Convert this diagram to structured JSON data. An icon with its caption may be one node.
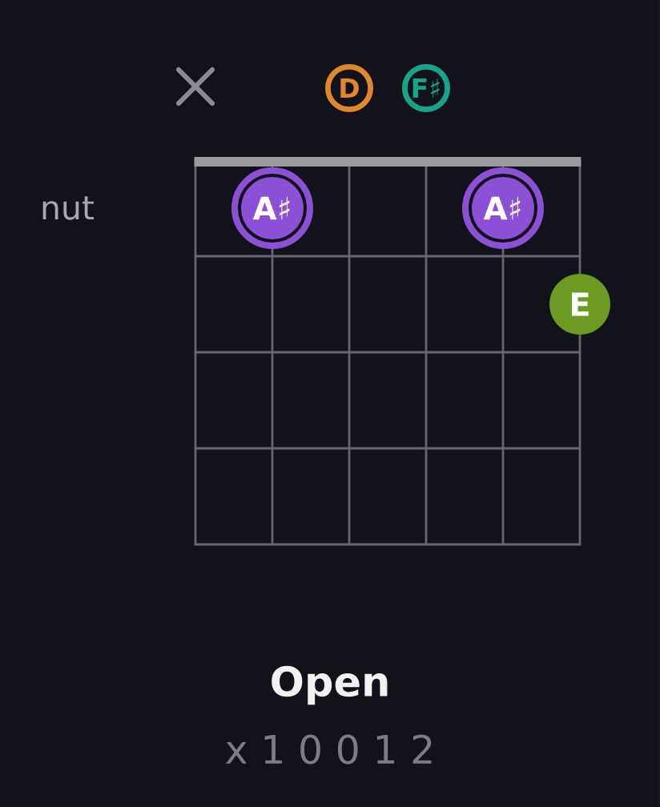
{
  "diagram": {
    "title": "Open",
    "nodes": [
      {
        "text": [
          "D"
        ]
      },
      {
        "text": [
          "F♯"
        ]
      },
      {
        "text": [
          "A♯"
        ]
      },
      {
        "text": [
          "A♯"
        ]
      },
      {
        "text": [
          "E"
        ]
      }
    ],
    "labels": [
      "nut",
      "x 1 0 0 1 2"
    ]
  }
}
